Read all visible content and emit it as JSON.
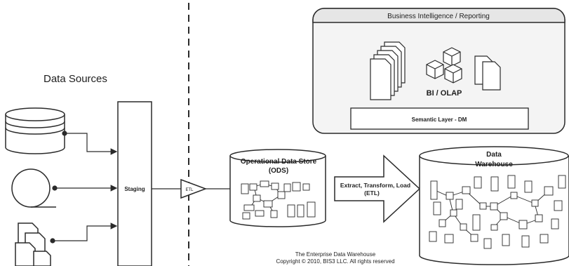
{
  "labels": {
    "data_sources": "Data Sources",
    "staging": "Staging",
    "etl_small": "ETL",
    "ods_line1": "Operational Data Store",
    "ods_line2": "(ODS)",
    "etl_arrow_line1": "Extract, Transform, Load",
    "etl_arrow_line2": "(ETL)",
    "dw_line1": "Data",
    "dw_line2": "Warehouse",
    "bi_panel_title": "Business Intelligence / Reporting",
    "bi_olap": "BI / OLAP",
    "semantic_layer": "Semantic Layer - DM"
  },
  "footer": {
    "line1": "The Enterprise Data Warehouse",
    "line2": "Copyright © 2010, BIS3 LLC. All rights reserved"
  },
  "colors": {
    "stroke": "#2a2a2a",
    "panel_fill": "#f4f4f4",
    "panel_header": "#e6e6e6",
    "fill": "#ffffff"
  }
}
